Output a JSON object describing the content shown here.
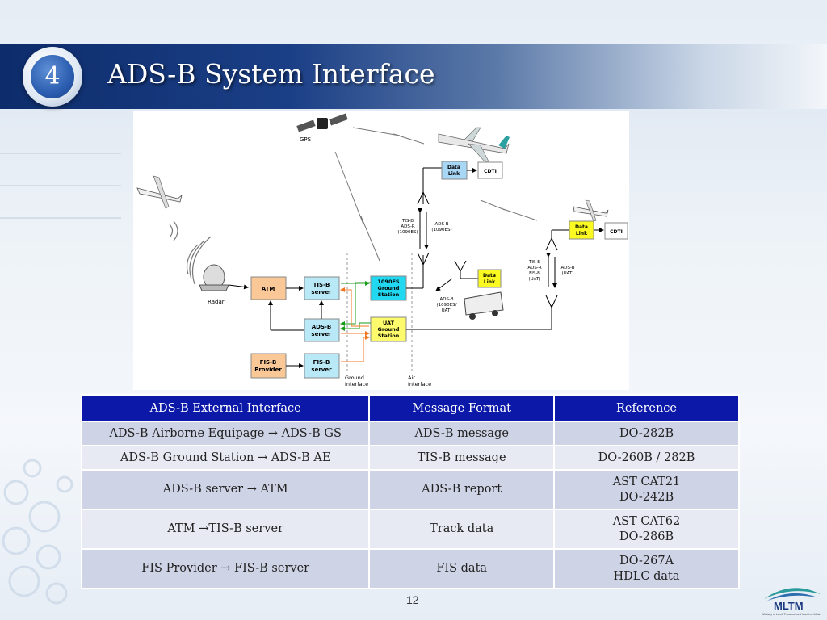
{
  "slide": {
    "number": "4",
    "title": "ADS-B System Interface",
    "page": "12"
  },
  "diagram": {
    "gps": "GPS",
    "radar": "Radar",
    "atm": "ATM",
    "tisb_server": [
      "TIS-B",
      "server"
    ],
    "adsb_server": [
      "ADS-B",
      "server"
    ],
    "fisb_server": [
      "FIS-B",
      "server"
    ],
    "fisb_provider": [
      "FIS-B",
      "Provider"
    ],
    "ground_1090es": [
      "1090ES",
      "Ground",
      "Station"
    ],
    "ground_uat": [
      "UAT",
      "Ground",
      "Station"
    ],
    "data_link": [
      "Data",
      "Link"
    ],
    "cdti": "CDTI",
    "up_left_label": [
      "TIS-B",
      "ADS-R",
      "(1090ES)"
    ],
    "up_right_label": [
      "ADS-B",
      "(1090ES)"
    ],
    "vehicle_label": [
      "ADS-B",
      "(1090ES/",
      "UAT)"
    ],
    "right_left_label": [
      "TIS-B",
      "ADS-R",
      "FIS-B",
      "(UAT)"
    ],
    "right_right_label": [
      "ADS-B",
      "(UAT)"
    ],
    "ground_interface": [
      "Ground",
      "Interface"
    ],
    "air_interface": [
      "Air",
      "Interface"
    ],
    "colors": {
      "atm": "#f9c896",
      "server": "#b9e9f7",
      "ground_1090": "#22d8f0",
      "ground_uat": "#fdfb6b",
      "data_link_blue": "#a8d6f5",
      "data_link_yellow": "#fafa22"
    }
  },
  "table": {
    "headers": [
      "ADS-B External Interface",
      "Message Format",
      "Reference"
    ],
    "rows": [
      [
        "ADS-B Airborne Equipage → ADS-B GS",
        "ADS-B message",
        "DO-282B"
      ],
      [
        "ADS-B Ground Station → ADS-B AE",
        "TIS-B message",
        "DO-260B / 282B"
      ],
      [
        "ADS-B server → ATM",
        "ADS-B report",
        [
          "AST CAT21",
          "DO-242B"
        ]
      ],
      [
        "ATM →TIS-B server",
        "Track data",
        [
          "AST CAT62",
          "DO-286B"
        ]
      ],
      [
        "FIS Provider → FIS-B server",
        "FIS data",
        [
          "DO-267A",
          "HDLC data"
        ]
      ]
    ]
  },
  "logo": {
    "name": "MLTM",
    "subtitle": "Ministry of Land, Transport and Maritime Affairs"
  }
}
